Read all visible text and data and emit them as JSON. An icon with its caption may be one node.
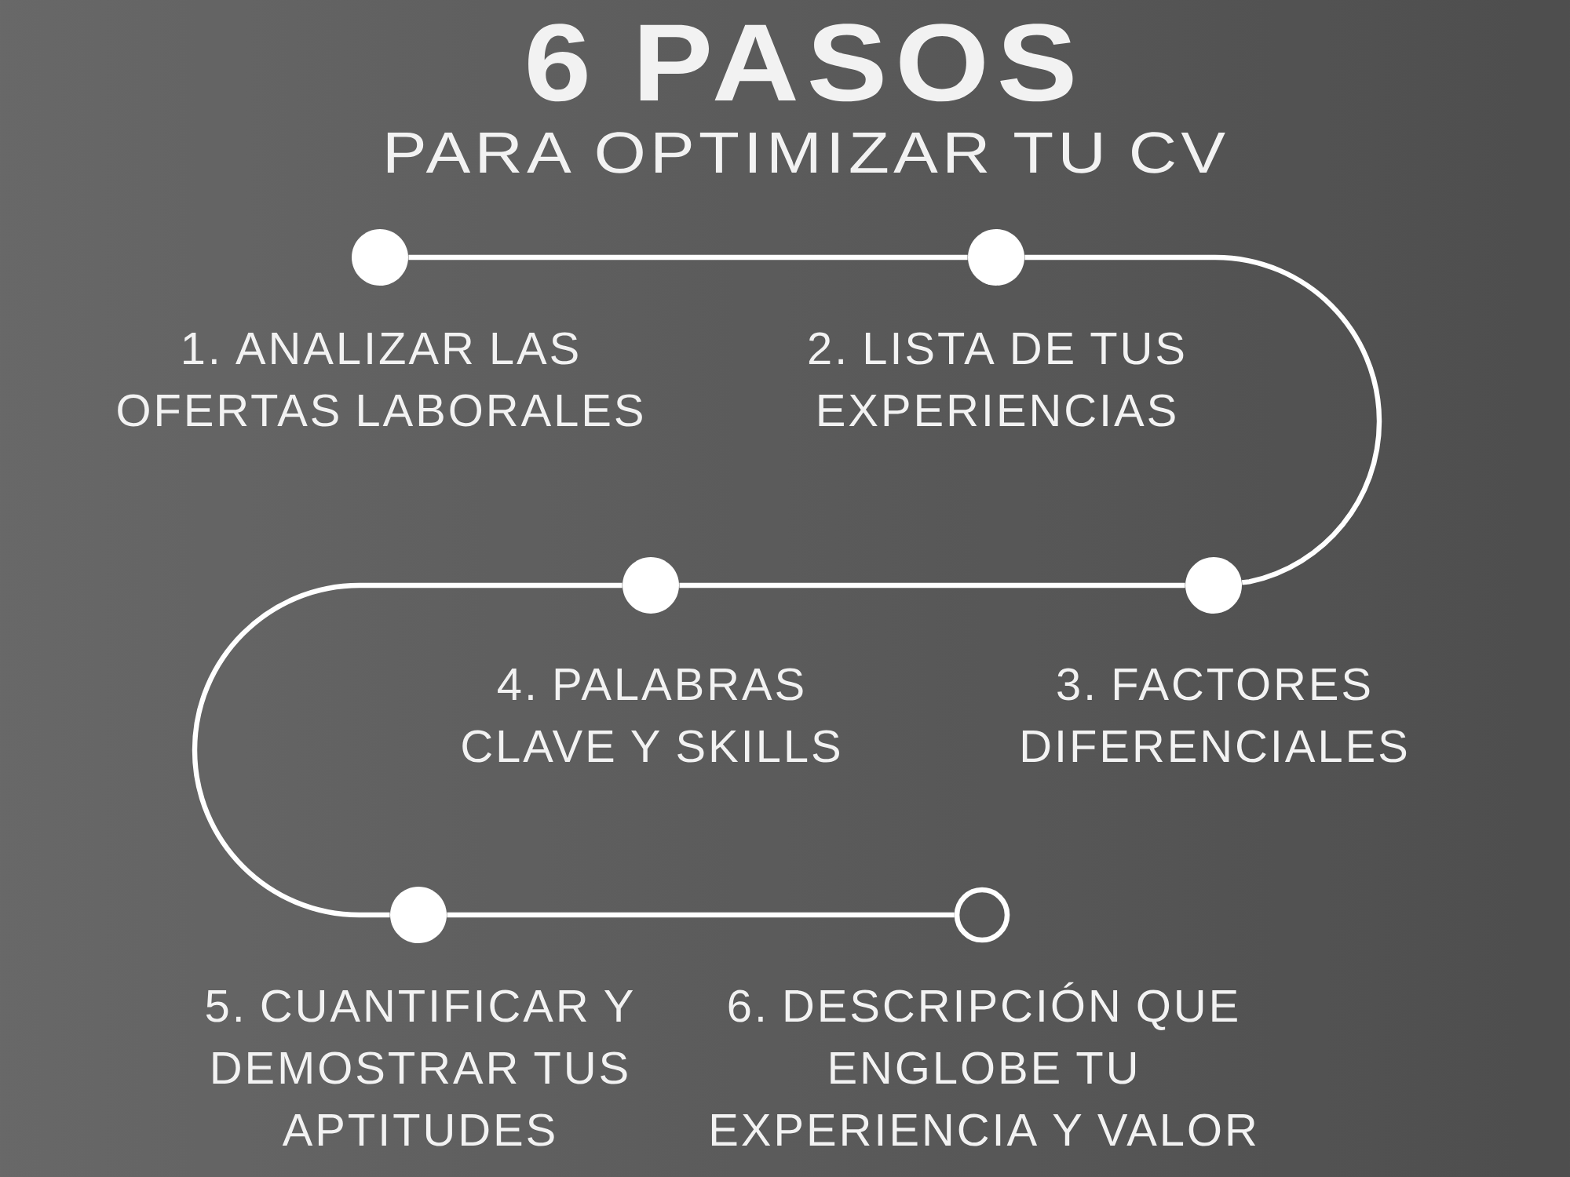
{
  "diagram": {
    "title": "6 PASOS",
    "nodes": [
      {
        "text": [],
        "shape": "circle",
        "beside": [
          "1. ANALIZAR LAS OFERTAS LABORALES"
        ]
      },
      {
        "text": [],
        "shape": "circle",
        "beside": [
          "2. LISTA DE TUS EXPERIENCIAS"
        ]
      },
      {
        "text": [],
        "shape": "circle",
        "beside": [
          "3. FACTORES DIFERENCIALES"
        ]
      },
      {
        "text": [],
        "shape": "circle",
        "beside": [
          "4. PALABRAS CLAVE Y SKILLS"
        ]
      },
      {
        "text": [],
        "shape": "circle",
        "beside": [
          "5. CUANTIFICAR Y DEMOSTRAR TUS APTITUDES"
        ]
      },
      {
        "text": [],
        "shape": "ring",
        "beside": [
          "6. DESCRIPCIÓN QUE ENGLOBE TU EXPERIENCIA Y VALOR"
        ]
      }
    ],
    "edges": [
      {
        "from": 0,
        "to": 1,
        "arrow": "none"
      },
      {
        "from": 1,
        "to": 2,
        "arrow": "none"
      },
      {
        "from": 2,
        "to": 3,
        "arrow": "none"
      },
      {
        "from": 3,
        "to": 4,
        "arrow": "none"
      },
      {
        "from": 4,
        "to": 5,
        "arrow": "none"
      }
    ],
    "labels": [
      "PARA OPTIMIZAR TU CV"
    ]
  }
}
